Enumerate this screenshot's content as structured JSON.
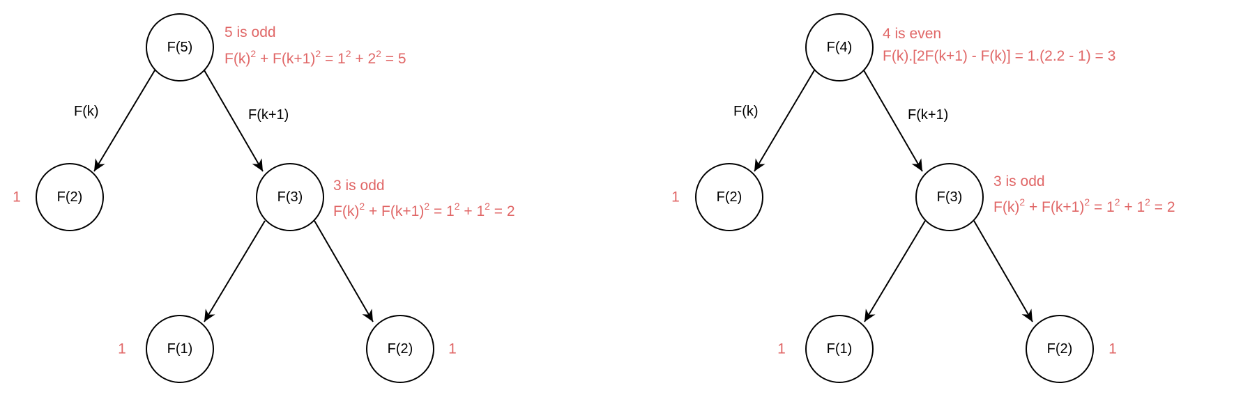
{
  "colors": {
    "node_stroke": "#000000",
    "text": "#000000",
    "annotation": "#e06666"
  },
  "edge_labels": {
    "left": "F(k)",
    "right": "F(k+1)"
  },
  "trees": [
    {
      "nodes": {
        "root": "F(5)",
        "left": "F(2)",
        "mid": "F(3)",
        "mid_left": "F(1)",
        "mid_right": "F(2)"
      },
      "values": {
        "left": "1",
        "mid_left": "1",
        "mid_right": "1"
      },
      "root_note": {
        "line1": "5 is odd",
        "f1": "F(k)",
        "e1": "2",
        "f2": " + F(k+1)",
        "e2": "2",
        "f3": " = 1",
        "e3": "2",
        "f4": " + 2",
        "e4": "2",
        "f5": " = 5"
      },
      "mid_note": {
        "line1": "3 is odd",
        "f1": "F(k)",
        "e1": "2",
        "f2": " + F(k+1)",
        "e2": "2",
        "f3": " = 1",
        "e3": "2",
        "f4": " + 1",
        "e4": "2",
        "f5": " = 2"
      }
    },
    {
      "nodes": {
        "root": "F(4)",
        "left": "F(2)",
        "mid": "F(3)",
        "mid_left": "F(1)",
        "mid_right": "F(2)"
      },
      "values": {
        "left": "1",
        "mid_left": "1",
        "mid_right": "1"
      },
      "root_note": {
        "line1": "4 is even",
        "line2": "F(k).[2F(k+1) - F(k)] = 1.(2.2 - 1) = 3"
      },
      "mid_note": {
        "line1": "3 is odd",
        "f1": "F(k)",
        "e1": "2",
        "f2": " + F(k+1)",
        "e2": "2",
        "f3": " = 1",
        "e3": "2",
        "f4": " + 1",
        "e4": "2",
        "f5": " = 2"
      }
    }
  ]
}
